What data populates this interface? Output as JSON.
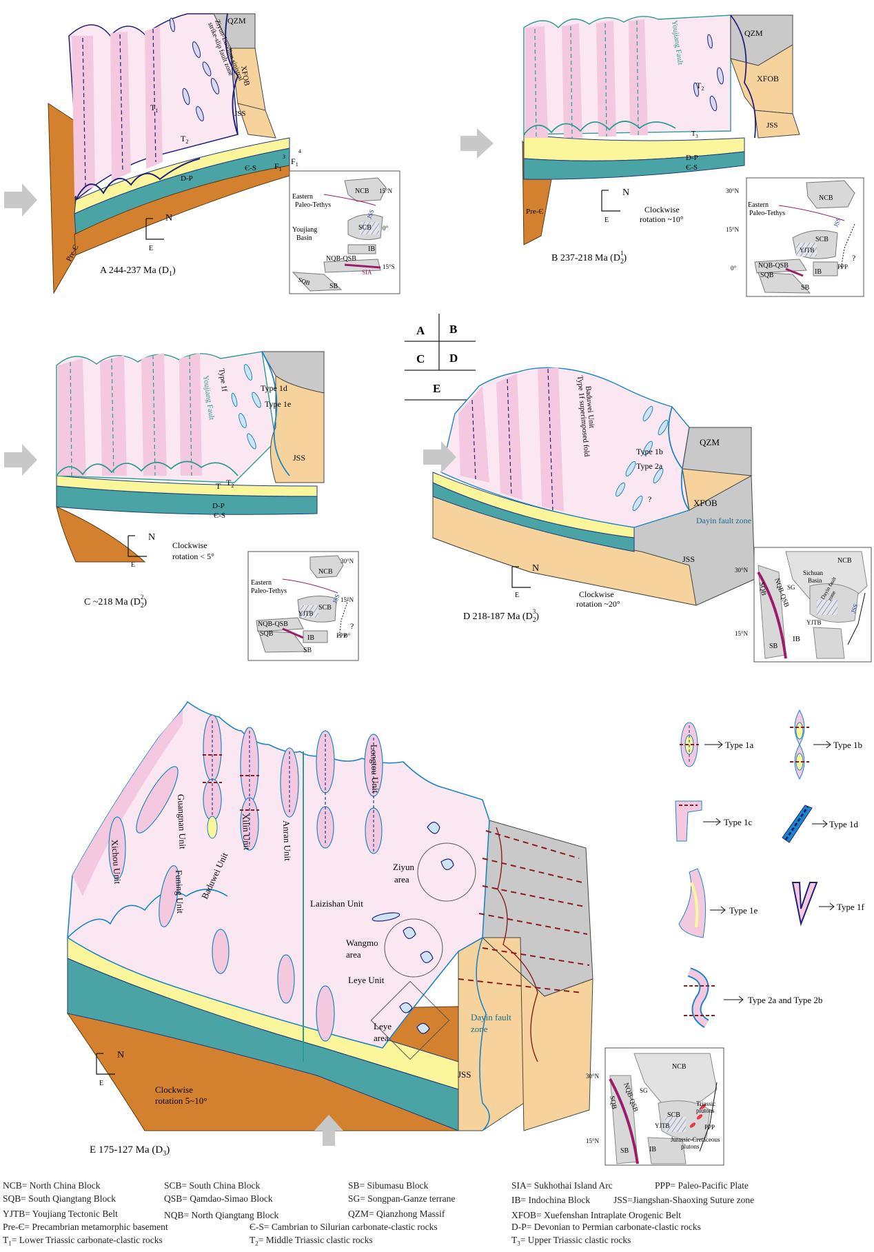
{
  "colors": {
    "pink": "#f4c9df",
    "light_pink": "#fbe7f1",
    "yellow": "#fbf59c",
    "teal": "#4aa3a5",
    "brown": "#d3802f",
    "orange": "#f6d39c",
    "grey": "#c9c9c9",
    "blue_line": "#1a86c7",
    "navy": "#20207a",
    "dark_red": "#8b1b1b",
    "green": "#2a9d8f",
    "magenta": "#9c1c6b"
  },
  "panel_grid": {
    "a": "A",
    "b": "B",
    "c": "C",
    "d": "D",
    "e": "E"
  },
  "panels": {
    "A": {
      "caption": "A 244-237 Ma (D",
      "caption_sub": "1",
      "caption_end": ")",
      "labels": {
        "qzm": "QZM",
        "xfob": "XFOB",
        "jss": "JSS",
        "fault_zone_1": "Ziyun-Luodian sinistral",
        "fault_zone_2": "strike-slip fault zone",
        "t1": "T",
        "t1_sub": "1",
        "t2": "T",
        "t2_sub": "2",
        "dp": "D-P",
        "cs": "Є-S",
        "prec": "Pre-Є",
        "f1": "F",
        "f1_sub": "1",
        "f2": "F",
        "f2_sub": "1",
        "f_sup3": "3",
        "f_sup4": "4"
      },
      "compass": "N",
      "compass_e": "E",
      "inset": {
        "ncb": "NCB",
        "eastern": "Eastern",
        "paleo": "Paleo-Tethys",
        "jss": "JSS",
        "scb": "SCB",
        "youjiang": "Youjiang",
        "basin": "Basin",
        "ib": "IB",
        "nqb_qsb": "NQB-QSB",
        "sia": "SIA",
        "sqb": "SQB",
        "sb": "SB",
        "lat1": "15°N",
        "lat2": "0°",
        "lat3": "15°S"
      }
    },
    "B": {
      "caption": "B 237-218 Ma (D",
      "caption_sub": "2",
      "caption_sup": "1",
      "caption_end": ")",
      "labels": {
        "qzm": "QZM",
        "xfob": "XFOB",
        "jss": "JSS",
        "fault": "Youjiang Fault",
        "t2": "T",
        "t2_sub": "2",
        "t3": "T",
        "t3_sub": "3",
        "dp": "D-P",
        "cs": "Є-S",
        "prec": "Pre-Є"
      },
      "compass": "N",
      "compass_e": "E",
      "rotation_1": "Clockwise",
      "rotation_2": "rotation ~10°",
      "inset": {
        "ncb": "NCB",
        "eastern": "Eastern",
        "paleo": "Paleo-Tethys",
        "jss": "JSS",
        "scb": "SCB",
        "yjtb": "YJTB",
        "ib": "IB",
        "nqb_qsb": "NQB-QSB",
        "sqb": "SQB",
        "sb": "SB",
        "ppp": "PPP",
        "q": "?",
        "lat1": "30°N",
        "lat2": "15°N",
        "lat3": "0°"
      }
    },
    "C": {
      "caption": "C ~218 Ma (D",
      "caption_sub": "2",
      "caption_sup": "2",
      "caption_end": ")",
      "labels": {
        "jss": "JSS",
        "fault": "Youjiang Fault",
        "type1f": "Type 1f",
        "type1d": "Type 1d",
        "type1e": "Type 1e",
        "t": "T",
        "t2": "T",
        "t2_sub": "2",
        "dp": "D-P",
        "cs": "Є-S"
      },
      "compass": "N",
      "compass_e": "E",
      "rotation_1": "Clockwise",
      "rotation_2": "rotation < 5°",
      "inset": {
        "ncb": "NCB",
        "eastern": "Eastern",
        "paleo": "Paleo-Tethys",
        "jss": "JSS",
        "scb": "SCB",
        "yjtb": "YJTB",
        "ib": "IB",
        "nqb_qsb": "NQB-QSB",
        "sqb": "SQB",
        "sb": "SB",
        "ppp": "PPP",
        "q": "?",
        "lat1": "30°N",
        "lat2": "15°N",
        "lat3": "0°"
      }
    },
    "D": {
      "caption": "D 218-187 Ma (D",
      "caption_sub": "2",
      "caption_sup": "3",
      "caption_end": ")",
      "labels": {
        "qzm": "QZM",
        "xfob": "XFOB",
        "jss": "JSS",
        "dayin": "Dayin fault zone",
        "baduwei": "Baduwei Unit",
        "superimposed": "Type 1f superimposed fold",
        "type1b": "Type 1b",
        "type2a": "Type 2a",
        "q": "?"
      },
      "compass": "N",
      "compass_e": "E",
      "rotation_1": "Clockwise",
      "rotation_2": "rotation ~20°",
      "inset": {
        "ncb": "NCB",
        "sichuan": "Sichuan",
        "basin": "Basin",
        "sg": "SG",
        "dayin1": "Dayin fault",
        "dayin2": "zone",
        "sqb": "SQB",
        "nqb_qsb": "NQB-QSB",
        "jss": "JSS",
        "yjtb": "YJTB",
        "ib": "IB",
        "sb": "SB",
        "lat1": "30°N",
        "lat2": "15°N"
      }
    },
    "E": {
      "caption": "E 175-127 Ma (D",
      "caption_sub": "3",
      "caption_end": ")",
      "labels": {
        "xichou": "Xichou Unit",
        "guangnan": "Guangnan Unit",
        "funing": "Funing Unit",
        "baduwei": "Baduwei Unit",
        "xilin": "Xilin Unit",
        "anran": "Anran Unit",
        "longtou": "Longtou Unit",
        "ziyun": "Ziyun",
        "ziyun2": "area",
        "laizishan": "Laizishan Unit",
        "wangmo": "Wangmo",
        "wangmo2": "area",
        "leye_unit": "Leye Unit",
        "leye": "Leye",
        "leye2": "area",
        "dayin1": "Dayin fault",
        "dayin2": "zone",
        "jss": "JSS"
      },
      "compass": "N",
      "compass_e": "E",
      "rotation_1": "Clockwise",
      "rotation_2": "rotation 5~10°",
      "inset": {
        "ncb": "NCB",
        "sg": "SG",
        "sqb": "SQB",
        "nqb_qsb": "NQB-QSB",
        "triassic1": "Triassic",
        "triassic2": "plutons",
        "scb": "SCB",
        "yjtb": "YJTB",
        "ppp": "PPP",
        "jurassic1": "Jurassic-Cretaceous",
        "jurassic2": "plutons",
        "sb": "SB",
        "ib": "IB",
        "lat1": "30°N",
        "lat2": "15°N"
      }
    }
  },
  "fold_types": [
    {
      "label": "Type 1a"
    },
    {
      "label": "Type 1b"
    },
    {
      "label": "Type 1c"
    },
    {
      "label": "Type 1d"
    },
    {
      "label": "Type 1e"
    },
    {
      "label": "Type 1f"
    },
    {
      "label": "Type 2a and Type 2b"
    }
  ],
  "legend": [
    "NCB= North China Block",
    "SCB= South China Block",
    "SB= Sibumasu Block",
    "SIA= Sukhothai Island Arc",
    "PPP= Paleo-Pacific Plate",
    "SQB= South Qiangtang Block",
    "QSB= Qamdao-Simao Block",
    "SG= Songpan-Ganze terrane",
    "IB= Indochina Block",
    "JSS=Jiangshan-Shaoxing Suture zone",
    "YJTB= Youjiang Tectonic Belt",
    "NQB= North Qiangtang Block",
    "QZM= Qianzhong Massif",
    "XFOB= Xuefenshan Intraplate Orogenic Belt",
    "Pre-Є= Precambrian metamorphic basement",
    "Є-S= Cambrian  to Silurian carbonate-clastic rocks",
    "D-P= Devonian  to Permian carbonate-clastic rocks",
    "T",
    "= Lower Triassic carbonate-clastic rocks",
    "T",
    "= Middle Triassic clastic rocks",
    "T",
    "= Upper Triassic clastic rocks"
  ],
  "legend_subs": [
    "1",
    "2",
    "3"
  ]
}
